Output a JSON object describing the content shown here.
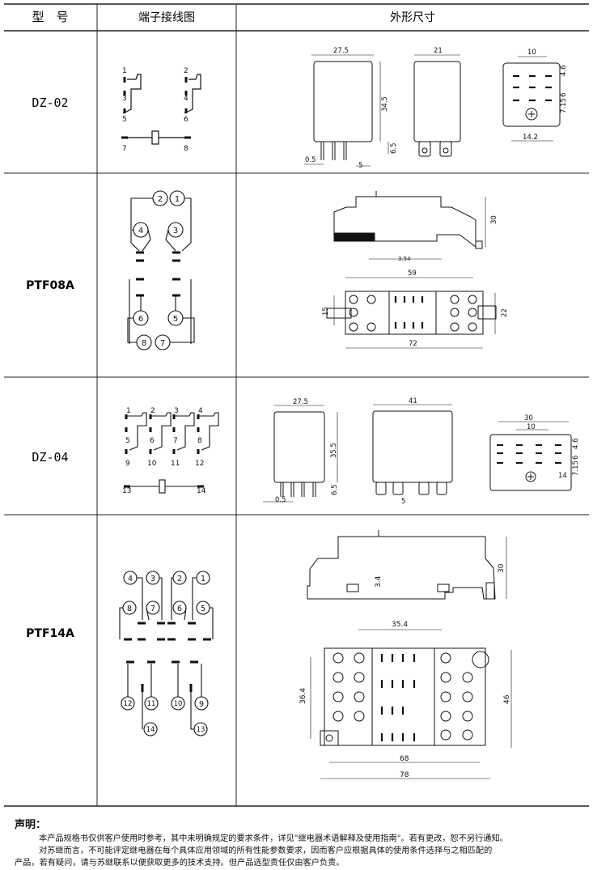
{
  "header": {
    "col_model": "型　号",
    "col_terminal": "端子接线图",
    "col_outline": "外形尺寸"
  },
  "rows": [
    {
      "model": "DZ-02"
    },
    {
      "model": "PTF08A"
    },
    {
      "model": "DZ-04"
    },
    {
      "model": "PTF14A"
    }
  ],
  "dz02": {
    "pins": [
      "1",
      "2",
      "3",
      "4",
      "5",
      "6",
      "7",
      "8"
    ],
    "dims": [
      "27.5",
      "21",
      "10",
      "4.6",
      "34.5",
      "6",
      "7.15",
      "6.5",
      "0.5",
      "5",
      "14.2"
    ]
  },
  "ptf08a": {
    "circles": [
      "2",
      "1",
      "4",
      "3",
      "6",
      "5",
      "8",
      "7"
    ],
    "dims": [
      "30",
      "3.54",
      "59",
      "15",
      "22",
      "72"
    ]
  },
  "dz04": {
    "pins": [
      "1",
      "2",
      "3",
      "4",
      "5",
      "6",
      "7",
      "8",
      "9",
      "10",
      "11",
      "12",
      "13",
      "14"
    ],
    "dims": [
      "27.5",
      "41",
      "30",
      "10",
      "35.5",
      "6.5",
      "0.5",
      "5",
      "4.6",
      "6",
      "7.15",
      "14"
    ]
  },
  "ptf14a": {
    "circles": [
      "4",
      "3",
      "2",
      "1",
      "8",
      "7",
      "6",
      "5",
      "12",
      "11",
      "10",
      "9",
      "14",
      "13"
    ],
    "dims": [
      "30",
      "3.4",
      "35.4",
      "36.4",
      "46",
      "68",
      "78"
    ]
  },
  "notice": {
    "title": "声明：",
    "line1": "本产品规格书仅供客户使用时参考，其中未明确规定的要求条件，详见\"继电器术语解释及使用指南\"。若有更改，恕不另行通知。",
    "line2": "对苏继而言，不可能评定继电器在每个具体应用领域的所有性能参数要求，因而客户应根据具体的使用条件选择与之相匹配的",
    "line3": "产品，若有疑问，请与苏继联系以便获取更多的技术支持。但产品选型责任仅由客户负责。"
  }
}
